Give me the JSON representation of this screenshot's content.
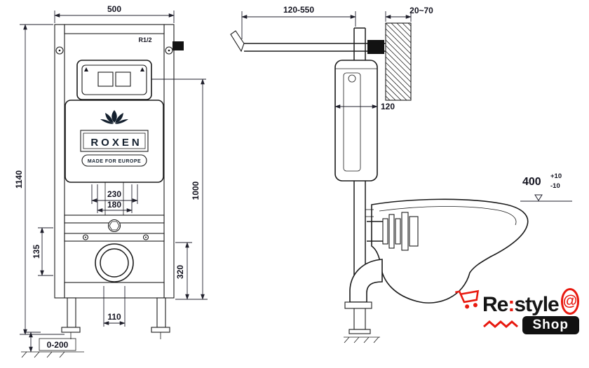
{
  "front_view": {
    "dims": {
      "width": "500",
      "height": "1140",
      "plate_height": "1000",
      "fix_width_outer": "230",
      "fix_width_inner": "180",
      "rail_offset": "135",
      "outlet_height": "320",
      "outlet_width": "110",
      "foot_range": "0-200"
    },
    "labels": {
      "water_inlet": "R1/2",
      "brand": "ROXEN",
      "made_for": "MADE FOR EUROPE"
    }
  },
  "side_view": {
    "dims": {
      "depth_range": "120-550",
      "bracket_range": "20~70",
      "frame_depth": "120",
      "bowl_height": "400",
      "bowl_height_tol_plus": "+10",
      "bowl_height_tol_minus": "-10"
    }
  },
  "logo": {
    "name_part1": "Re",
    "name_colon": ":",
    "name_part2": "style",
    "at_symbol": "@",
    "shop": "Shop"
  },
  "colors": {
    "line": "#1b1b1b",
    "dim_text": "#141420",
    "logo_red": "#e8190f",
    "logo_black": "#111111"
  }
}
